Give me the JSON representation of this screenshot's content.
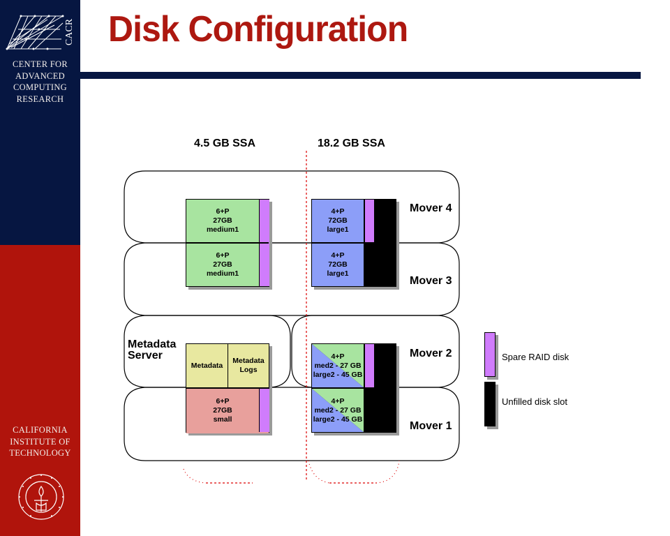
{
  "slide": {
    "title": "Disk Configuration",
    "sidebar": {
      "org_top_lines": [
        "CENTER FOR",
        "ADVANCED",
        "COMPUTING",
        "RESEARCH"
      ],
      "org_bottom_lines": [
        "CALIFORNIA",
        "INSTITUTE OF",
        "TECHNOLOGY"
      ],
      "logo_top": "cacr-logo",
      "logo_bottom": "caltech-seal",
      "logo_text": "CACR"
    },
    "colors": {
      "navy": "#061641",
      "red": "#b0140c",
      "title_red": "#ad1810",
      "green": "#a8e4a0",
      "blue": "#8c9ef8",
      "purple": "#d07cfc",
      "pink": "#e8a09c",
      "yellow": "#e8e8a0",
      "black": "#000000"
    }
  },
  "diagram": {
    "columns": [
      {
        "label": "4.5 GB SSA"
      },
      {
        "label": "18.2 GB SSA"
      }
    ],
    "movers": [
      {
        "label": "Mover 4"
      },
      {
        "label": "Mover 3"
      },
      {
        "label": "Mover 2"
      },
      {
        "label": "Mover 1"
      }
    ],
    "metadata_server": {
      "line1": "Metadata",
      "line2": "Server"
    },
    "arrays": {
      "m4_small": {
        "lines": [
          "6+P",
          "27GB",
          "medium1"
        ]
      },
      "m3_small": {
        "lines": [
          "6+P",
          "27GB",
          "medium1"
        ]
      },
      "m4_large": {
        "lines": [
          "4+P",
          "72GB",
          "large1"
        ]
      },
      "m3_large": {
        "lines": [
          "4+P",
          "72GB",
          "large1"
        ]
      },
      "meta": {
        "lines": [
          "Metadata"
        ]
      },
      "meta_logs": {
        "lines": [
          "Metadata",
          "Logs"
        ]
      },
      "m1_small": {
        "lines": [
          "6+P",
          "27GB",
          "small"
        ]
      },
      "m2_large": {
        "lines": [
          "4+P",
          "med2 - 27 GB",
          "large2 - 45 GB"
        ]
      },
      "m1_large": {
        "lines": [
          "4+P",
          "med2 - 27 GB",
          "large2 - 45 GB"
        ]
      }
    },
    "legend": [
      {
        "label": "Spare RAID disk",
        "color": "#d07cfc"
      },
      {
        "label": "Unfilled disk slot",
        "color": "#000000"
      }
    ]
  }
}
